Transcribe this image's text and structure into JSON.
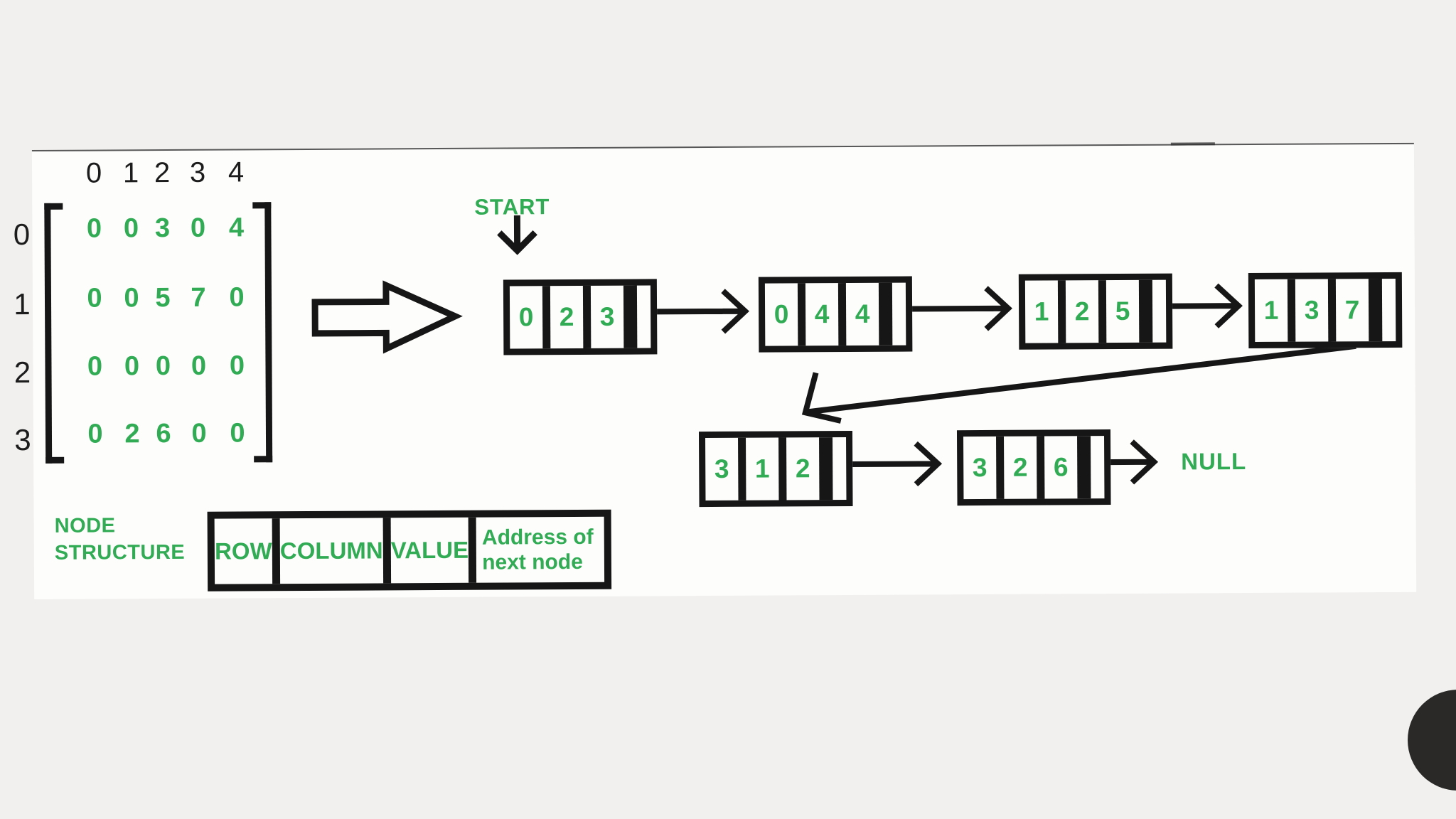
{
  "diagram": {
    "matrix": {
      "col_headers": [
        "0",
        "1",
        "2",
        "3",
        "4"
      ],
      "row_headers": [
        "0",
        "1",
        "2",
        "3"
      ],
      "rows": [
        [
          "0",
          "0",
          "3",
          "0",
          "4"
        ],
        [
          "0",
          "0",
          "5",
          "7",
          "0"
        ],
        [
          "0",
          "0",
          "0",
          "0",
          "0"
        ],
        [
          "0",
          "2",
          "6",
          "0",
          "0"
        ]
      ]
    },
    "start_label": "START",
    "null_label": "NULL",
    "nodes": [
      {
        "row": "0",
        "column": "2",
        "value": "3"
      },
      {
        "row": "0",
        "column": "4",
        "value": "4"
      },
      {
        "row": "1",
        "column": "2",
        "value": "5"
      },
      {
        "row": "1",
        "column": "3",
        "value": "7"
      },
      {
        "row": "3",
        "column": "1",
        "value": "2"
      },
      {
        "row": "3",
        "column": "2",
        "value": "6"
      }
    ],
    "node_structure": {
      "label_lines": [
        "NODE",
        "STRUCTURE"
      ],
      "cells": [
        "ROW",
        "COLUMN",
        "VALUE",
        "Address of next node"
      ],
      "address_lines": [
        "Address of",
        "next node"
      ]
    },
    "colors": {
      "green": "#32ab55",
      "ink": "#161616",
      "page_bg": "#f1f0ee",
      "slide_bg": "#fdfdfc",
      "corner_circle": "#2b2927"
    }
  }
}
